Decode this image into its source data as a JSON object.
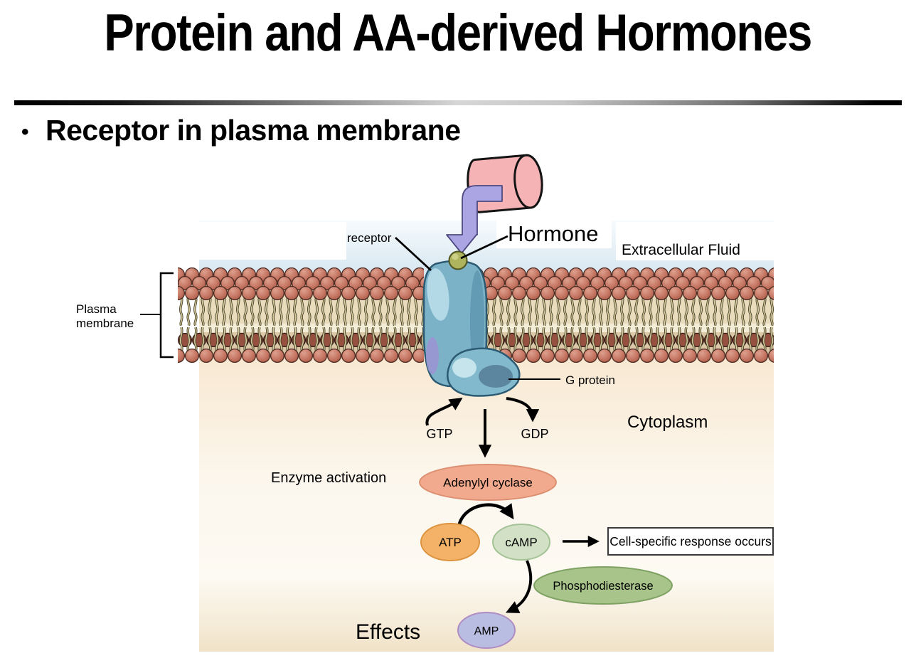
{
  "slide": {
    "title": "Protein and AA-derived Hormones",
    "bullet_glyph": "•",
    "bullet_text": "Receptor in plasma membrane"
  },
  "diagram": {
    "hormone_label": "Hormone",
    "extracellular_label": "Extracellular Fluid",
    "receptor_label": "receptor",
    "plasma_membrane_line1": "Plasma",
    "plasma_membrane_line2": "membrane",
    "g_protein_label": "G protein",
    "gtp_label": "GTP",
    "gdp_label": "GDP",
    "cytoplasm_label": "Cytoplasm",
    "enzyme_activation_label": "Enzyme activation",
    "adenylyl_cyclase_label": "Adenylyl cyclase",
    "atp_label": "ATP",
    "camp_label": "cAMP",
    "response_box_label": "Cell-specific response occurs",
    "phosphodiesterase_label": "Phosphodiesterase",
    "amp_label": "AMP",
    "effects_label": "Effects",
    "colors": {
      "membrane_head": "#c87a67",
      "membrane_tail": "#d7ca9b",
      "receptor_fill": "#7cb2c8",
      "g_protein_fill": "#83b9cd",
      "hormone_ball": "#aeb45e",
      "hormone_cylinder": "#f6b3b5",
      "binding_arrow": "#aba6e3",
      "adenylyl_cyclase_fill": "#f2aa8e",
      "atp_fill": "#f4b269",
      "camp_fill": "#d2e1c6",
      "phosphodiesterase_fill": "#a8c48a",
      "amp_fill": "#b8bde1",
      "extracellular_bg": "#d2e4ef",
      "cytoplasm_bg": "#f3dcbc"
    }
  }
}
